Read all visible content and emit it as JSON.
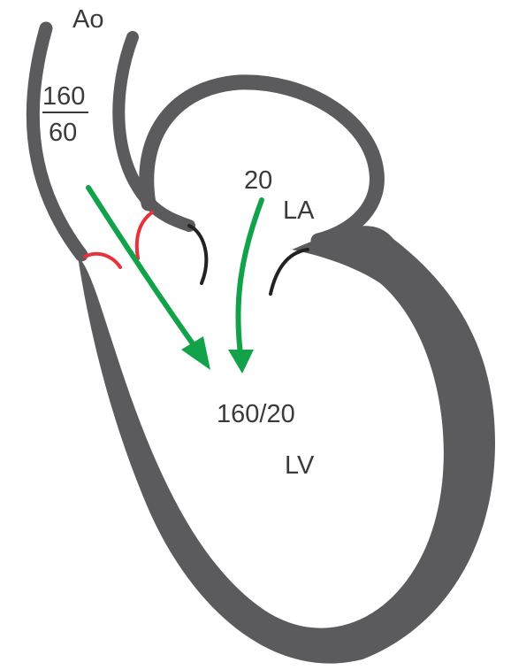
{
  "labels": {
    "aorta": "Ao",
    "aortic_pressure_systolic": "160",
    "aortic_pressure_diastolic": "60",
    "atrial_pressure": "20",
    "left_atrium": "LA",
    "ventricular_pressure": "160/20",
    "left_ventricle": "LV"
  },
  "colors": {
    "wall": "#5b5b5d",
    "flow_arrow": "#12a24a",
    "regurgitant_leaflet": "#e8313a",
    "text": "#3a3a3a",
    "background": "#ffffff"
  },
  "icons": {
    "flow": "arrow-icon"
  }
}
